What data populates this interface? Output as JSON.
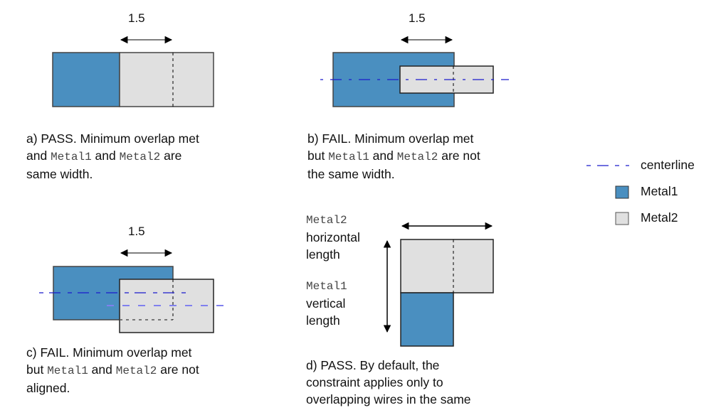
{
  "colors": {
    "metal1": "#4a8fc0",
    "metal2": "#e0e0e0",
    "outline": "#333333",
    "centerline": "#1a1acc",
    "centerline_light": "#8080ee",
    "arrow": "#000000"
  },
  "panels": {
    "a": {
      "dimension_label": "1.5",
      "caption": {
        "line1": "a) PASS. Minimum overlap met",
        "line2_pre": "and ",
        "metal1": "Metal1",
        "line2_mid": " and ",
        "metal2": "Metal2",
        "line2_post": " are",
        "line3": "same width."
      }
    },
    "b": {
      "dimension_label": "1.5",
      "caption": {
        "line1": "b) FAIL. Minimum overlap met",
        "line2_pre": "but ",
        "metal1": "Metal1",
        "line2_mid": " and ",
        "metal2": "Metal2",
        "line2_post": " are not",
        "line3": "the same width."
      }
    },
    "c": {
      "dimension_label": "1.5",
      "caption": {
        "line1": "c) FAIL. Minimum overlap met",
        "line2_pre": "but ",
        "metal1": "Metal1",
        "line2_mid": " and ",
        "metal2": "Metal2",
        "line2_post": " are not",
        "line3": "aligned."
      }
    },
    "d": {
      "metal2_label": "Metal2",
      "horizontal_label_1": "horizontal",
      "horizontal_label_2": "length",
      "metal1_label": "Metal1",
      "vertical_label_1": "vertical",
      "vertical_label_2": "length",
      "caption": {
        "line1": "d) PASS. By default, the",
        "line2": "constraint applies only to",
        "line3": "overlapping wires in the same"
      }
    }
  },
  "legend": {
    "items": [
      {
        "label": "centerline",
        "type": "dashed-line"
      },
      {
        "label": "Metal1",
        "type": "swatch-metal1"
      },
      {
        "label": "Metal2",
        "type": "swatch-metal2"
      }
    ]
  }
}
